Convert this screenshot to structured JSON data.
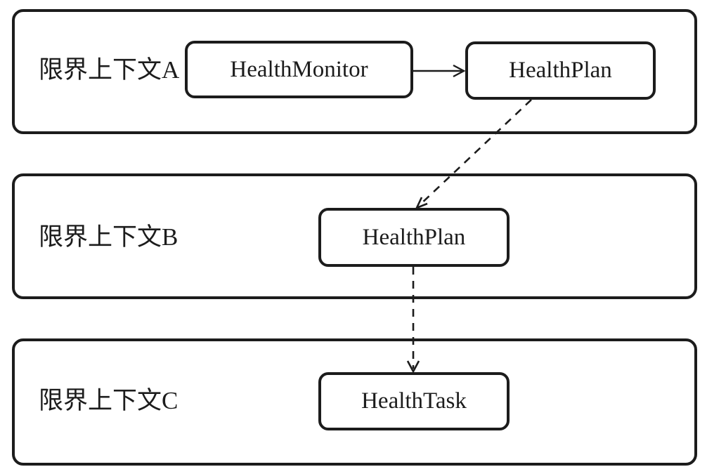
{
  "diagram": {
    "title": "bounded-context relationship diagram",
    "colors": {
      "stroke": "#1c1c1c",
      "background": "#ffffff"
    },
    "contexts": [
      {
        "label": "限界上下文A",
        "entities": [
          {
            "label": "HealthMonitor"
          },
          {
            "label": "HealthPlan"
          }
        ]
      },
      {
        "label": "限界上下文B",
        "entities": [
          {
            "label": "HealthPlan"
          }
        ]
      },
      {
        "label": "限界上下文C",
        "entities": [
          {
            "label": "HealthTask"
          }
        ]
      }
    ],
    "relations": [
      {
        "from": "HealthMonitor (限界上下文A)",
        "to": "HealthPlan (限界上下文A)",
        "style": "solid"
      },
      {
        "from": "HealthPlan (限界上下文A)",
        "to": "HealthPlan (限界上下文B)",
        "style": "dashed"
      },
      {
        "from": "HealthPlan (限界上下文B)",
        "to": "HealthTask (限界上下文C)",
        "style": "dashed"
      }
    ]
  }
}
